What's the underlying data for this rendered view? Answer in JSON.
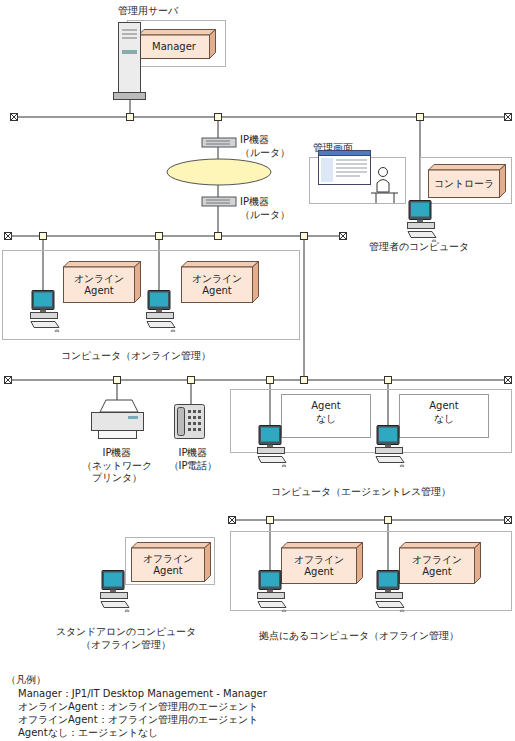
{
  "diagram": {
    "nodes": [
      {
        "text": [
          "管理用サーバ"
        ]
      },
      {
        "text": [
          "Manager"
        ],
        "in": 0
      },
      {
        "text": [
          "管理画面"
        ]
      },
      {
        "text": [
          "管理者のコンピュータ"
        ]
      },
      {
        "text": [
          "コントローラ"
        ],
        "in": 3
      },
      {
        "text": [
          "コンピュータ（オンライン管理）"
        ]
      },
      {
        "text": [
          "オンライン Agent"
        ],
        "in": 5
      },
      {
        "text": [
          "オンライン Agent"
        ],
        "in": 5
      },
      {
        "text": [
          "コンピュータ（エージェントレス管理）"
        ]
      },
      {
        "text": [
          "Agent なし"
        ],
        "in": 8
      },
      {
        "text": [
          "Agent なし"
        ],
        "in": 8
      },
      {
        "text": [
          "スタンドアロンのコンピュータ （オフライン管理）"
        ]
      },
      {
        "text": [
          "オフライン Agent"
        ],
        "in": 11
      },
      {
        "text": [
          "拠点にあるコンピュータ（オフライン管理）"
        ]
      },
      {
        "text": [
          "オフライン Agent"
        ],
        "in": 13
      },
      {
        "text": [
          "オフライン Agent"
        ],
        "in": 13
      }
    ],
    "labels": [
      "IP機器 （ルータ）",
      "IP機器 （ルータ）",
      "IP機器 （ネットワーク プリンタ）",
      "IP機器 （IP電話）",
      "（凡例）"
    ],
    "legend": [
      {
        "text": "Manager：JP1/IT Desktop Management - Manager"
      },
      {
        "text": "オンラインAgent：オンライン管理用のエージェント"
      },
      {
        "text": "オフラインAgent：オフライン管理用のエージェント"
      },
      {
        "text": "Agentなし：エージェントなし"
      }
    ]
  }
}
